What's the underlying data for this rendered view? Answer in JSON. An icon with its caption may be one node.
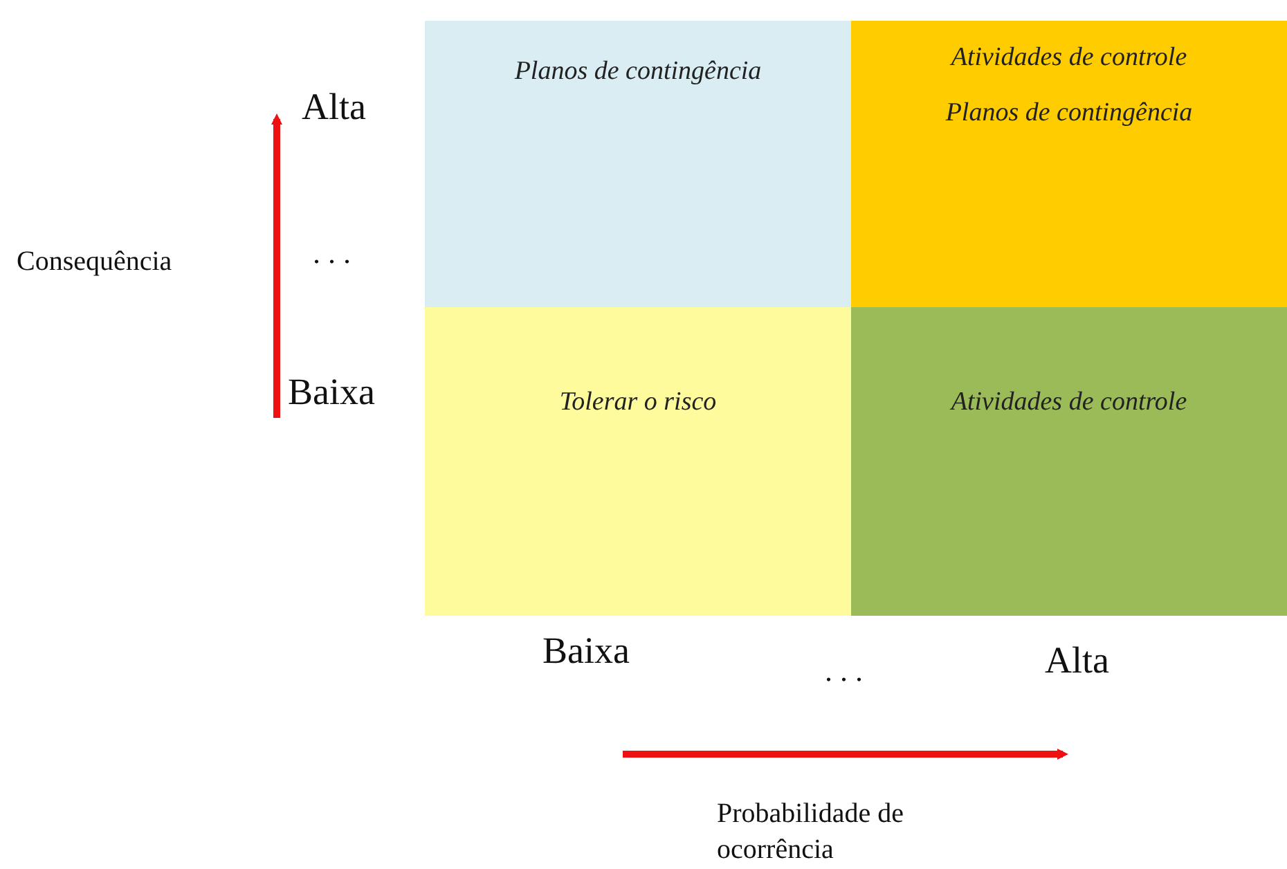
{
  "diagram": {
    "nodes": [
      {
        "text": [
          "Planos de contingência"
        ]
      },
      {
        "text": [
          "Atividades de controle",
          "Planos de contingência"
        ]
      },
      {
        "text": [
          "Tolerar o risco"
        ]
      },
      {
        "text": [
          "Atividades de controle"
        ]
      }
    ],
    "labels": [
      "Alta",
      "Consequência",
      ". . .",
      "Baixa",
      "Baixa",
      ". . .",
      "Alta",
      "Probabilidade de ocorrência"
    ]
  }
}
